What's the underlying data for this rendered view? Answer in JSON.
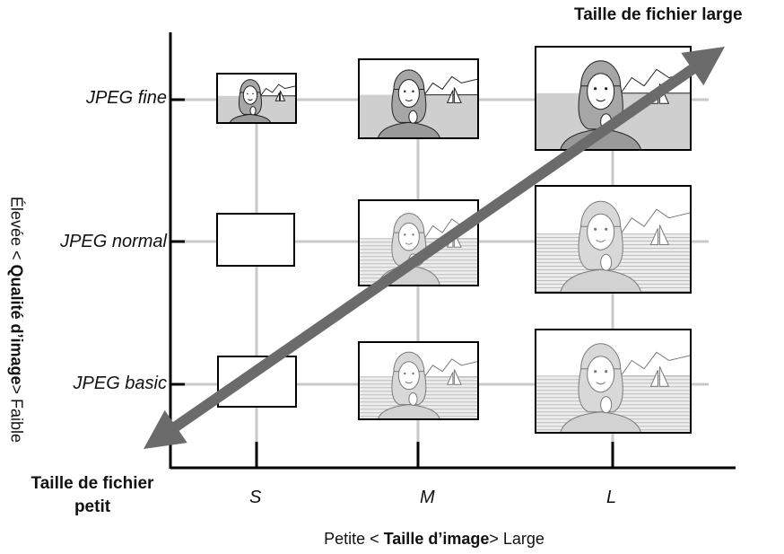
{
  "rows": [
    "JPEG fine",
    "JPEG normal",
    "JPEG basic"
  ],
  "columns": [
    "S",
    "M",
    "L"
  ],
  "x_axis": {
    "prefix": "Petite < ",
    "bold": "Taille d’image",
    "suffix": "> Large"
  },
  "y_axis": {
    "prefix": "Élevée < ",
    "bold": "Qualité d’image",
    "suffix": "> Faible"
  },
  "arrow_labels": {
    "large": "Taille de fichier large",
    "small_line1": "Taille de fichier",
    "small_line2": "petit"
  },
  "colors": {
    "arrow": "#6b6b6b",
    "grid": "#c8c8c8",
    "axis": "#000000",
    "fill": "#b4b4b4"
  }
}
